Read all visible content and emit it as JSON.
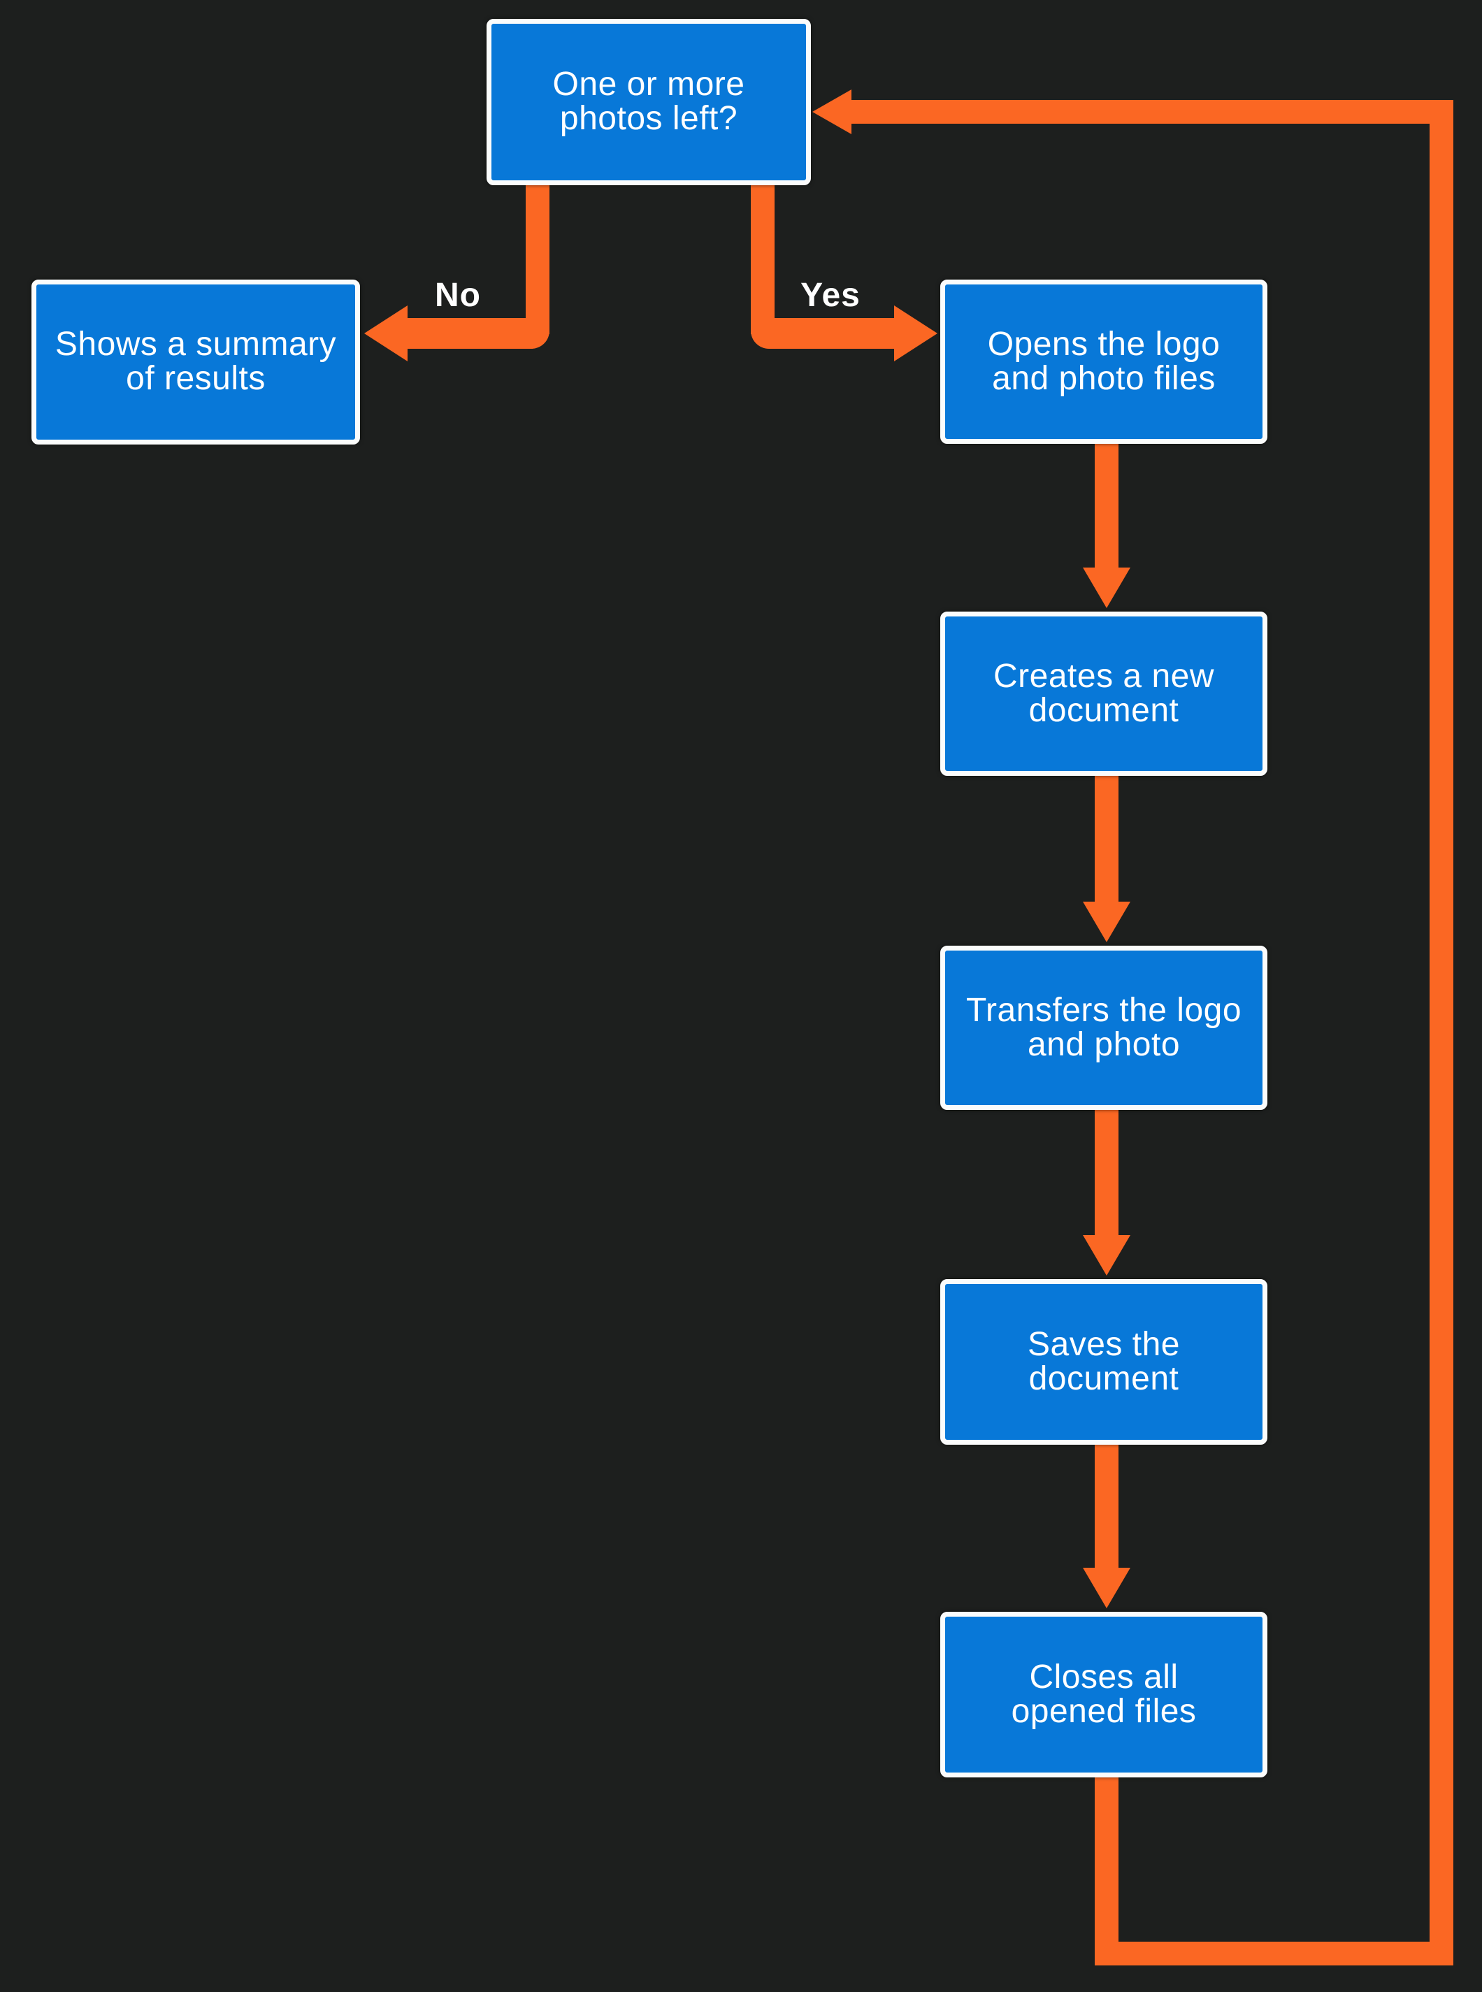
{
  "flowchart": {
    "nodes": {
      "decision": "One or more\nphotos left?",
      "no_result": "Shows a summary\nof results",
      "yes_step_open": "Opens the logo\nand photo files",
      "yes_step_create": "Creates a new\ndocument",
      "yes_step_transfer": "Transfers the logo\nand photo",
      "yes_step_save": "Saves the\ndocument",
      "yes_step_close": "Closes all\nopened files"
    },
    "edge_labels": {
      "no": "No",
      "yes": "Yes"
    },
    "colors": {
      "background": "#1d1f1e",
      "box_fill": "#0878d8",
      "box_border": "#fbfcfc",
      "arrow": "#fb6723",
      "text": "#ffffff"
    }
  }
}
